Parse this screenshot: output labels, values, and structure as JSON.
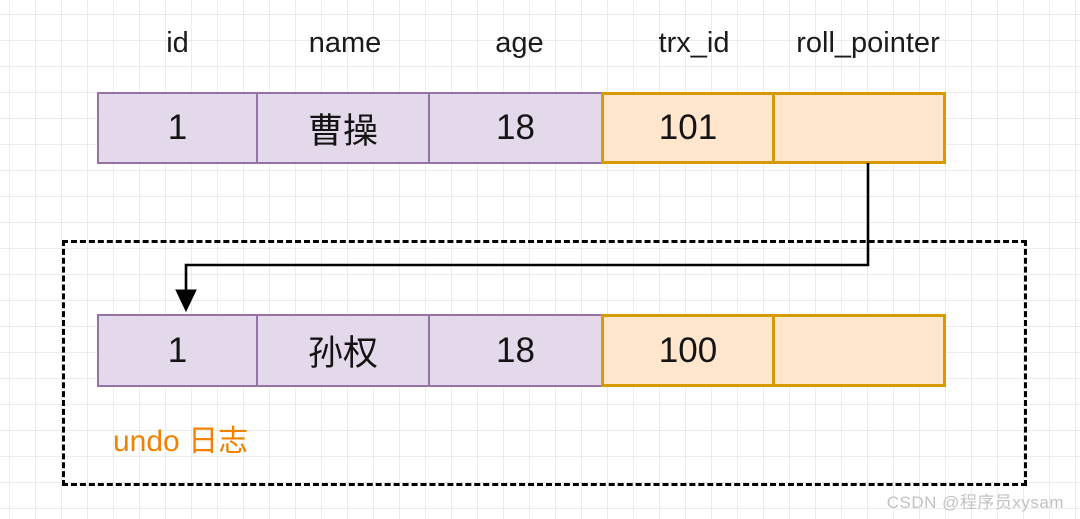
{
  "colors": {
    "purple_fill": "#E4D9EA",
    "purple_border": "#9673A6",
    "orange_fill": "#FFE6CC",
    "orange_border": "#D79B00",
    "arrow": "#000000",
    "undo_text": "#F08200",
    "watermark_text": "#C2C2C2"
  },
  "headers": [
    "id",
    "name",
    "age",
    "trx_id",
    "roll_pointer"
  ],
  "rows": {
    "current": {
      "id": "1",
      "name": "曹操",
      "age": "18",
      "trx_id": "101",
      "roll_pointer": ""
    },
    "undo": {
      "id": "1",
      "name": "孙权",
      "age": "18",
      "trx_id": "100",
      "roll_pointer": ""
    }
  },
  "undo_box_label": "undo 日志",
  "watermark": "CSDN @程序员xysam"
}
